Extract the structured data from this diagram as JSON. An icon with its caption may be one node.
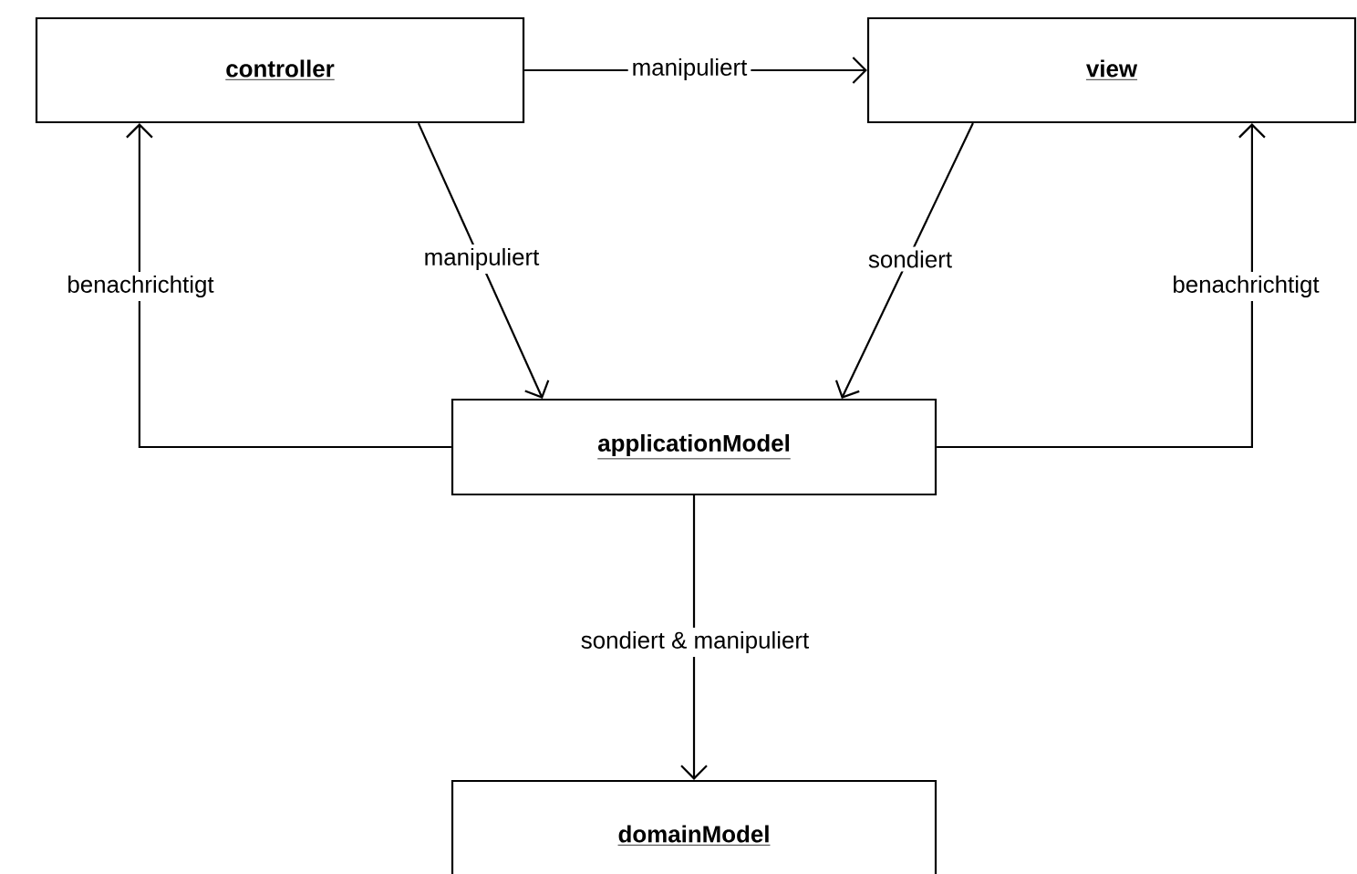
{
  "diagram": {
    "nodes": [
      {
        "text": [
          "controller"
        ]
      },
      {
        "text": [
          "view"
        ]
      },
      {
        "text": [
          "applicationModel"
        ]
      },
      {
        "text": [
          "domainModel"
        ]
      }
    ],
    "edges": [
      {
        "from": 0,
        "to": 1,
        "arrow": "to",
        "label": "manipuliert"
      },
      {
        "from": 0,
        "to": 2,
        "arrow": "to",
        "label": "manipuliert"
      },
      {
        "from": 1,
        "to": 2,
        "arrow": "to",
        "label": "sondiert"
      },
      {
        "from": 2,
        "to": 0,
        "arrow": "to",
        "label": "benachrichtigt"
      },
      {
        "from": 2,
        "to": 1,
        "arrow": "to",
        "label": "benachrichtigt"
      },
      {
        "from": 2,
        "to": 3,
        "arrow": "to",
        "label": "sondiert & manipuliert"
      }
    ]
  }
}
